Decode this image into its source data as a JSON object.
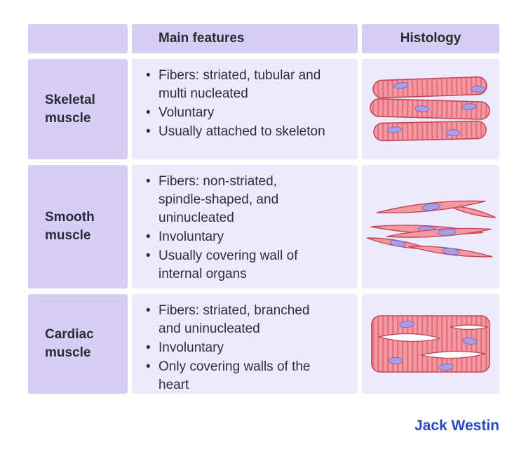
{
  "table": {
    "headers": {
      "main_features": "Main features",
      "histology": "Histology"
    },
    "rows": [
      {
        "label": "Skeletal muscle",
        "features": [
          "Fibers: striated, tubular and multi nucleated",
          "Voluntary",
          "Usually attached to skeleton"
        ],
        "histology_illustration": "skeletal-muscle-illustration"
      },
      {
        "label": "Smooth muscle",
        "features": [
          "Fibers: non-striated, spindle-shaped, and uninucleated",
          "Involuntary",
          "Usually covering wall of internal organs"
        ],
        "histology_illustration": "smooth-muscle-illustration"
      },
      {
        "label": "Cardiac muscle",
        "features": [
          "Fibers: striated, branched and uninucleated",
          "Involuntary",
          "Only covering walls of the heart"
        ],
        "histology_illustration": "cardiac-muscle-illustration"
      }
    ]
  },
  "footer": {
    "brand": "Jack Westin"
  },
  "colors": {
    "header_cell_purple": "#d7cef4",
    "body_cell_lavender": "#edeafc",
    "text_dark": "#2b2b38",
    "brand_blue": "#2a47c6",
    "fiber_pink": "#f5989f",
    "fiber_stripe": "#e17380",
    "fiber_outline": "#c2485a",
    "nucleus_purple": "#aa9de3"
  }
}
